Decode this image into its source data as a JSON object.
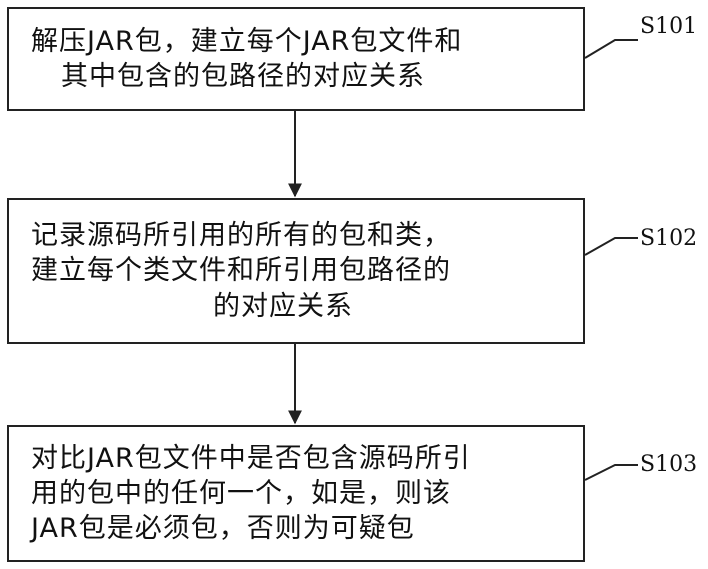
{
  "steps": [
    {
      "id": "S101",
      "lines": [
        "解压JAR包，建立每个JAR包文件和",
        "其中包含的包路径的对应关系"
      ]
    },
    {
      "id": "S102",
      "lines": [
        "记录源码所引用的所有的包和类，",
        "建立每个类文件和所引用包路径的",
        "的对应关系"
      ]
    },
    {
      "id": "S103",
      "lines": [
        "对比JAR包文件中是否包含源码所引",
        "用的包中的任何一个，如是，则该",
        "JAR包是必须包，否则为可疑包"
      ]
    }
  ]
}
